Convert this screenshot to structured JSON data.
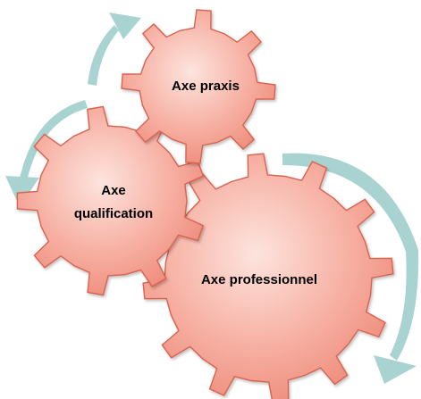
{
  "colors": {
    "gear_fill_light": "#fde4de",
    "gear_fill_mid": "#f7b2a5",
    "gear_fill_dark": "#ee8a79",
    "gear_stroke": "#d9624f",
    "arrow": "#a9d3d1"
  },
  "gears": {
    "praxis": {
      "label": "Axe praxis"
    },
    "qualification": {
      "label_line1": "Axe",
      "label_line2": "qualification"
    },
    "professionnel": {
      "label": "Axe professionnel"
    }
  }
}
